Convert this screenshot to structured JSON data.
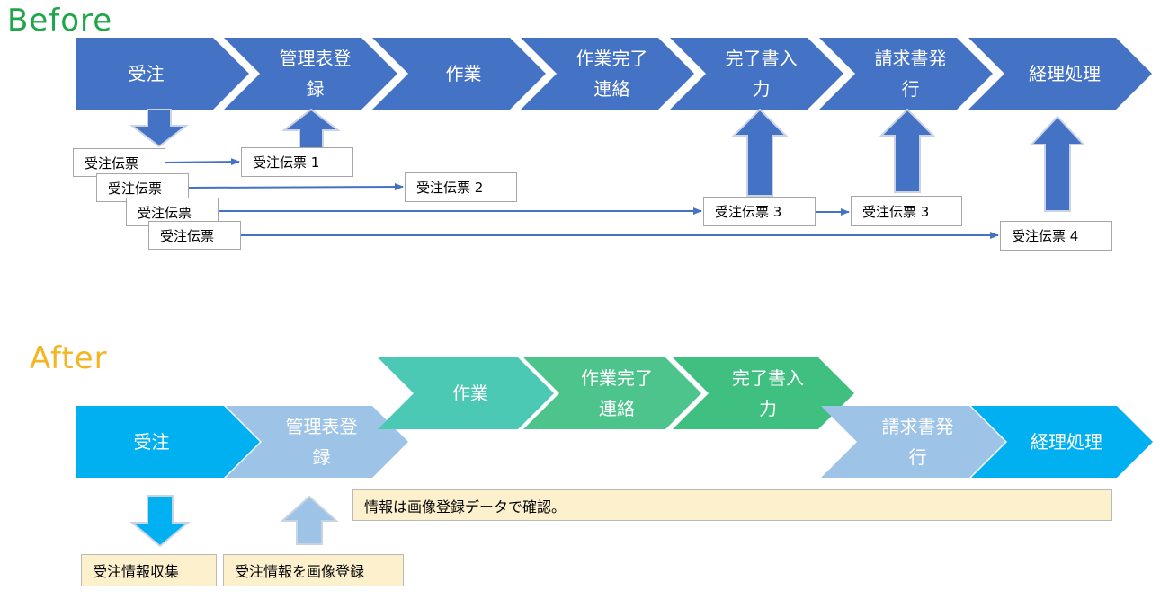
{
  "before": {
    "heading": "Before",
    "steps": [
      "受注",
      "管理表登\n録",
      "作業",
      "作業完了\n連絡",
      "完了書入\n力",
      "請求書発\n行",
      "経理処理"
    ],
    "slips": {
      "source": [
        "受注伝票",
        "受注伝票",
        "受注伝票",
        "受注伝票"
      ],
      "targets": [
        "受注伝票 1",
        "受注伝票 2",
        "受注伝票 3",
        "受注伝票 3",
        "受注伝票 4"
      ]
    }
  },
  "after": {
    "heading": "After",
    "steps": [
      "受注",
      "管理表登\n録",
      "作業",
      "作業完了\n連絡",
      "完了書入\n力",
      "請求書発\n行",
      "経理処理"
    ],
    "note": "情報は画像登録データで確認。",
    "collect": "受注情報収集",
    "register": "受注情報を画像登録"
  },
  "colors": {
    "before_chevron": "#4472c4",
    "after_order": "#00b0f0",
    "after_light": "#9dc3e6",
    "after_work": "#4cc9b4",
    "after_green": "#4cc48c",
    "before_heading": "#1fa64a",
    "after_heading": "#f3b623",
    "note_fill": "#fdf0cd"
  }
}
